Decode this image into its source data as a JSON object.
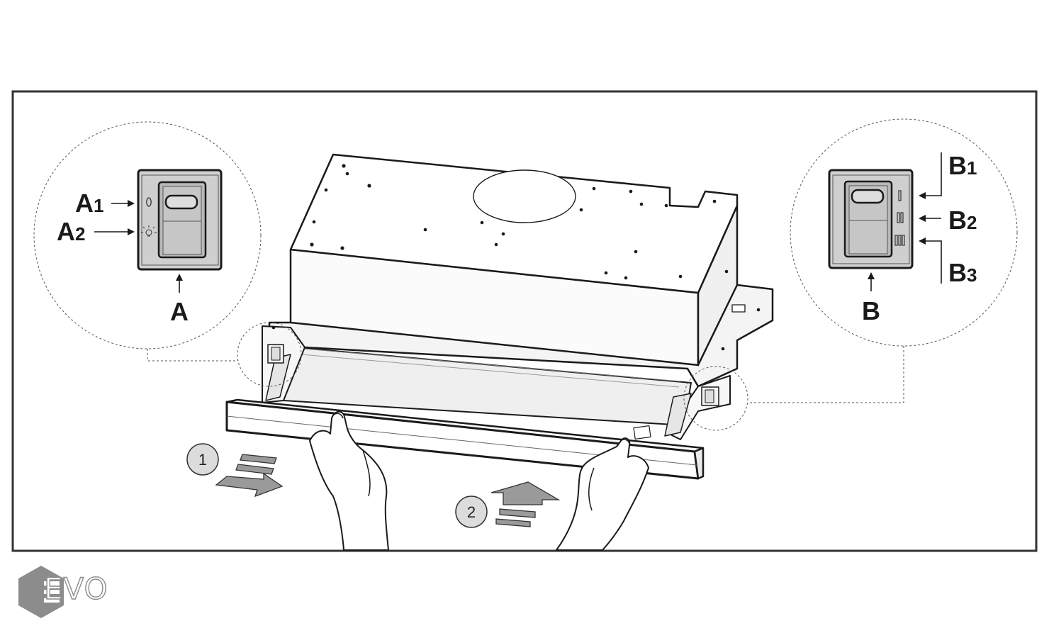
{
  "labels": {
    "switch_a": "A",
    "switch_a1": "A",
    "switch_a1_sub": "1",
    "switch_a2": "A",
    "switch_a2_sub": "2",
    "switch_b": "B",
    "switch_b1": "B",
    "switch_b1_sub": "1",
    "switch_b2": "B",
    "switch_b2_sub": "2",
    "switch_b3": "B",
    "switch_b3_sub": "3"
  },
  "steps": [
    {
      "number": "1"
    },
    {
      "number": "2"
    }
  ],
  "logo": {
    "text": "EVO"
  },
  "colors": {
    "frame": "#333333",
    "line": "#1a1a1a",
    "switch_body": "#d2d2d2",
    "switch_rocker": "#b9b9b9",
    "arrow_fill": "#9a9a9a",
    "step_circle": "#dcdcdc",
    "logo_gray": "#8c8c8c"
  }
}
